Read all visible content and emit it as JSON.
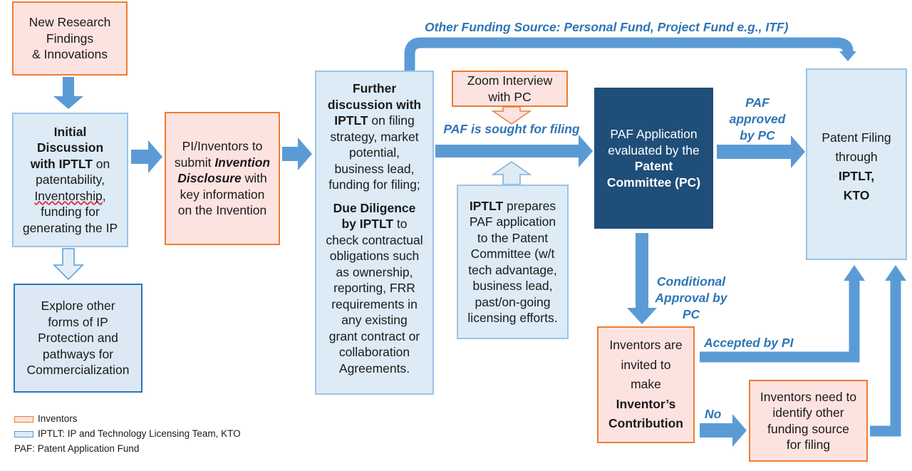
{
  "nodes": {
    "findings": [
      "New Research",
      "Findings",
      "& Innovations"
    ],
    "initial": {
      "b1": "Initial",
      "b2": "Discussion",
      "b3": "with IPTLT",
      "t3": " on",
      "l4": "patentability,",
      "l5": "Inventorship",
      "l5b": ",",
      "l6": "funding for",
      "l7": "generating the IP"
    },
    "explore": [
      "Explore other",
      "forms of IP",
      "Protection and",
      "pathways for",
      "Commercialization"
    ],
    "submit": {
      "l1": "PI/Inventors to",
      "l2": "submit ",
      "l2i": "Invention",
      "l3i": "Disclosure",
      "l3": " with",
      "l4": "key information",
      "l5": "on the Invention"
    },
    "further": {
      "b1": "Further",
      "b2": "discussion with",
      "b3": "IPTLT",
      "t3": " on filing",
      "l4": "strategy, market",
      "l5": "potential,",
      "l6": "business lead,",
      "l7": "funding for filing;",
      "b8": "Due Diligence",
      "b9": "by IPTLT",
      "t9": " to",
      "l10": "check contractual",
      "l11": "obligations such",
      "l12": "as ownership,",
      "l13": "reporting, FRR",
      "l14": "requirements in",
      "l15": "any existing",
      "l16": "grant contract or",
      "l17": "collaboration",
      "l18": "Agreements."
    },
    "zoom": [
      "Zoom Interview",
      "with PC"
    ],
    "prepares": {
      "b1": "IPTLT",
      "t1": " prepares",
      "l2": "PAF application",
      "l3": "to the Patent",
      "l4": "Committee (w/t",
      "l5": "tech advantage,",
      "l6": "business lead,",
      "l7": "past/on-going",
      "l8": "licensing efforts."
    },
    "evaluated": {
      "l1": "PAF Application",
      "l2": "evaluated by the",
      "b3": "Patent",
      "b4": "Committee (PC)"
    },
    "filing": {
      "l1": "Patent Filing",
      "l2": "through",
      "b3": "IPTLT,",
      "b4": "KTO"
    },
    "invited": {
      "l1": "Inventors are",
      "l2": "invited to",
      "l3": "make",
      "b4": "Inventor’s",
      "b5": "Contribution"
    },
    "identify": [
      "Inventors need to",
      "identify other",
      "funding source",
      "for filing"
    ]
  },
  "labels": {
    "other_funding": "Other Funding Source: Personal Fund, Project Fund e.g., ITF)",
    "paf_sought": "PAF is sought for filing",
    "paf_approved": [
      "PAF",
      "approved",
      "by PC"
    ],
    "conditional": [
      "Conditional",
      "Approval by",
      "PC"
    ],
    "accepted": "Accepted by PI",
    "no": "No"
  },
  "legend": {
    "inventors": "Inventors",
    "iptlt": "IPTLT: IP and Technology Licensing Team, KTO",
    "paf": "PAF:  Patent Application Fund"
  },
  "colors": {
    "arrow": "#5b9bd5",
    "orange_border": "#ed7d31",
    "orange_fill": "#fde3e0",
    "blue_border": "#9dc3e6",
    "blue_fill": "#dcebf6",
    "dark_fill": "#1f4e79",
    "label_blue": "#2e75b6"
  }
}
